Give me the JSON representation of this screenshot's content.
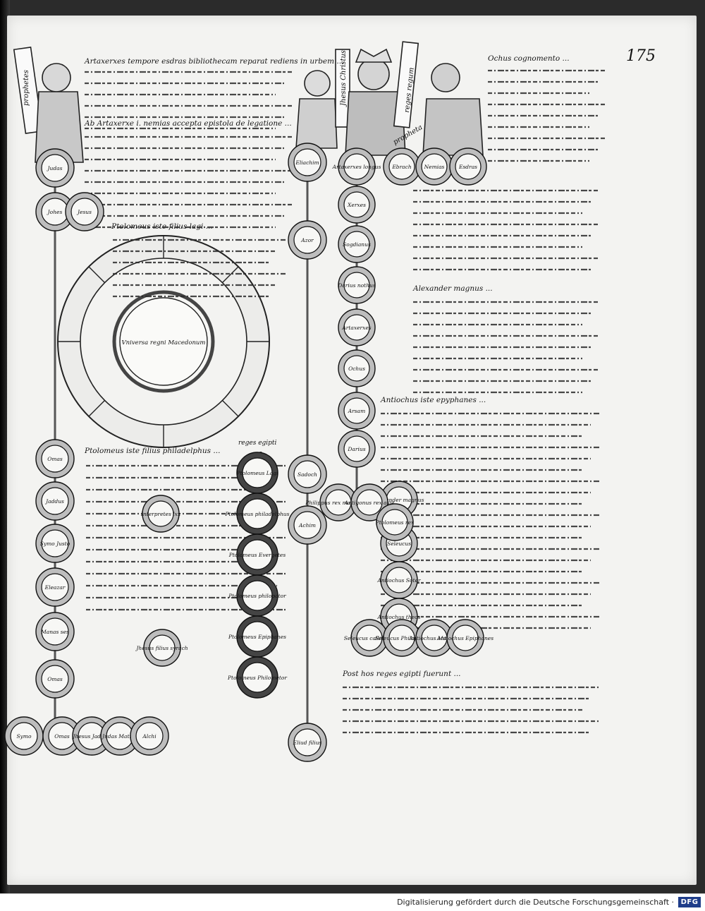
{
  "folio": {
    "number": "175",
    "left_roundels": [
      "Judas",
      "Johes",
      "Jesus",
      "Omas",
      "Jaddus",
      "Symo Justo",
      "Eleazar",
      "Manas ses",
      "Omas",
      "Symo",
      "Omas",
      "Jhesus Jaddus",
      "Judas Matme",
      "Alchi"
    ],
    "wheel_center": "Vniversa regni Macedonum",
    "ptolemy_roundels": [
      "Ptolomeus Lagi",
      "Ptolomeus philadelphus",
      "Ptolomeus Evergetes",
      "Ptolomeus philopator",
      "Ptolomeus Epiphanes",
      "Ptolomeus Philometor"
    ],
    "ptolemy_label": "reges egipti",
    "center_roundels": [
      "Sadoch",
      "Achim",
      "Eliud filius",
      "Eliachim",
      "Azor"
    ],
    "right_roundels": [
      "Artaxerxes longus",
      "Xerxes",
      "Sogdianus",
      "Darius nothus",
      "Artaxerxes",
      "Ochus",
      "Arsam",
      "Darius",
      "Alexander magnus",
      "Seleucus",
      "Antiochus Soter",
      "Antiochus theos",
      "Seleucus callinicus",
      "Seleucus Philopator",
      "Antiochus Magnus",
      "Antiochus Epiphanes",
      "Ebrach",
      "Nemias",
      "Esdras"
    ],
    "side_roundels": [
      "Interpretes lxx",
      "Jhesus filius syrach",
      "Philippus rex macedonie",
      "Antigonus rex asie",
      "Ptolomeus rex"
    ],
    "banners": [
      "prophetes",
      "Jhesus Christus",
      "reges regum",
      "propheta"
    ],
    "text_blocks": [
      "Artaxerxes tempore esdras bibliothecam reparat rediens in urbem ...",
      "Ab Artaxerxe i. nemias accepta epistola de legatione ...",
      "Ptolomeus iste filius lagi ...",
      "Ptolomeus iste filius philadelphus ...",
      "Ochus cognomento ...",
      "Alexander magnus ...",
      "Antiochus iste epyphanes ...",
      "Post hos reges egipti fuerunt ..."
    ]
  },
  "footer": {
    "credit": "Digitalisierung gefördert durch die Deutsche Forschungsgemeinschaft ·",
    "logo": "DFG"
  },
  "colors": {
    "ink": "#111111",
    "parchment": "#f3f3f1",
    "ring": "#8c8c8c",
    "dark_ring": "#1a1a1a"
  }
}
